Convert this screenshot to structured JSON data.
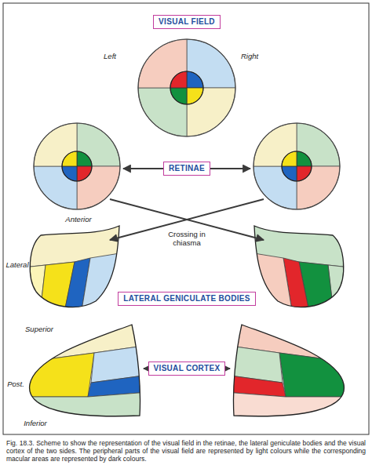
{
  "diagram": {
    "caption": "Fig. 18.3. Scheme to show the representation of the visual field in the retinae, the lateral geniculate bodies and the visual cortex of the two sides. The peripheral parts of the visual field are represented by light colours while the corresponding macular areas are represented by dark colours.",
    "nodes": [
      {
        "text": [
          "VISUAL FIELD"
        ]
      },
      {
        "text": [
          "RETINAE"
        ]
      },
      {
        "text": [
          "LATERAL GENICULATE BODIES"
        ]
      },
      {
        "text": [
          "VISUAL CORTEX"
        ]
      }
    ],
    "labels": [
      "Left",
      "Right",
      "Anterior",
      "Lateral",
      "Crossing in chiasma",
      "Superior",
      "Post.",
      "Inferior"
    ]
  }
}
